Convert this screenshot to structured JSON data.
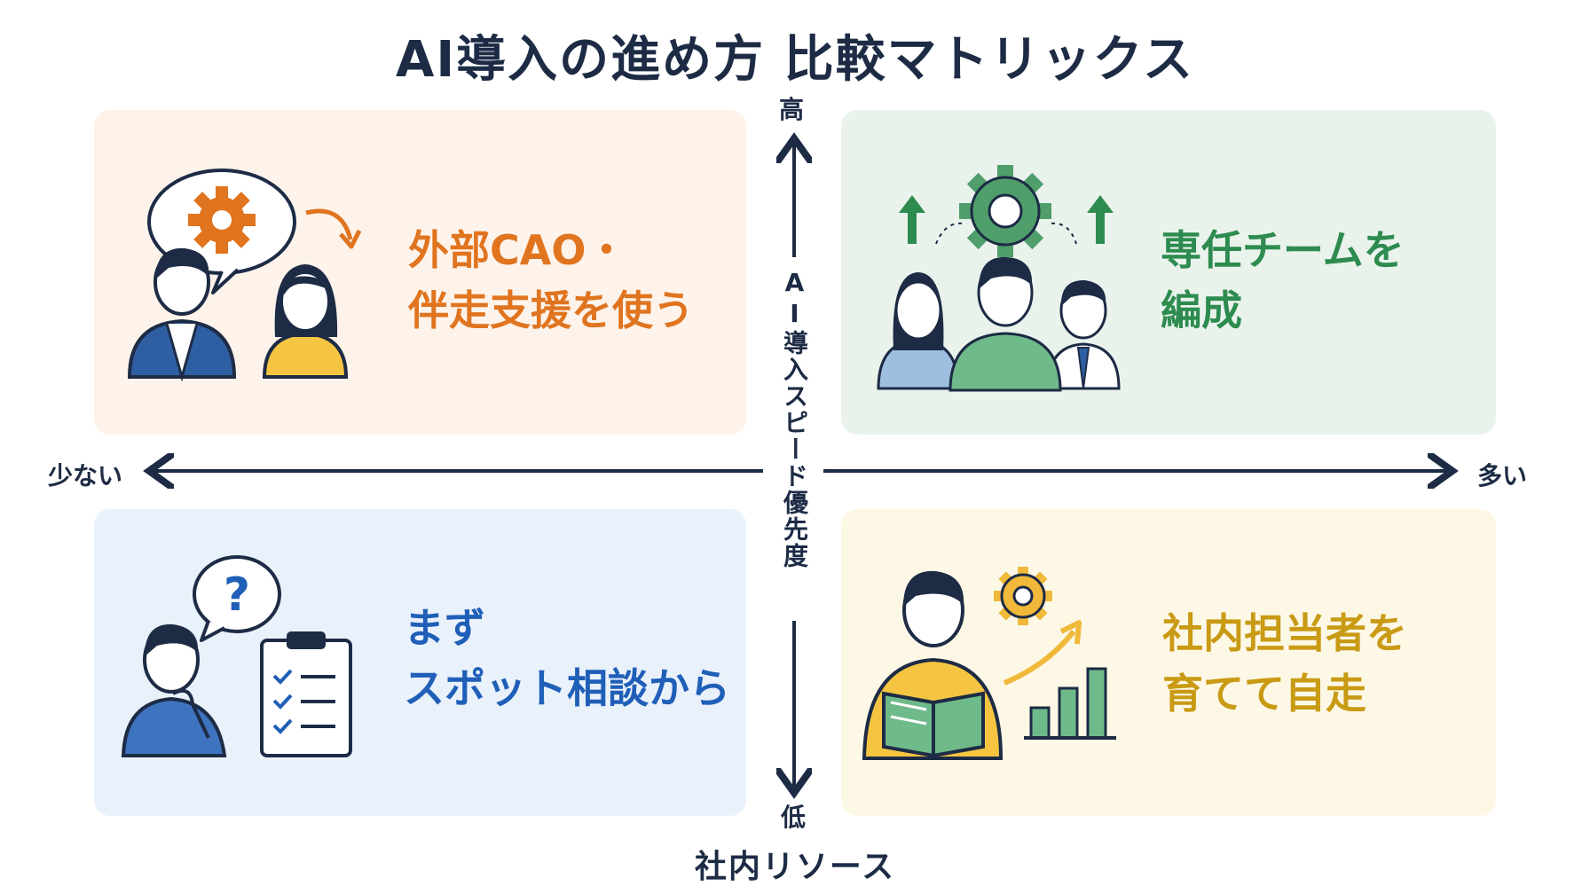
{
  "title": "AI導入の進め方 比較マトリックス",
  "axes": {
    "y_label": "AI導入スピード優先度",
    "y_high": "高",
    "y_low": "低",
    "x_label": "社内リソース",
    "x_low": "少ない",
    "x_high": "多い"
  },
  "quadrants": {
    "top_left": {
      "line1": "外部CAO・",
      "line2": "伴走支援を使う",
      "color": "#e0741f",
      "bg": "#fdf3ea"
    },
    "top_right": {
      "line1": "専任チームを",
      "line2": "編成",
      "color": "#2e8b50",
      "bg": "#e9f3ec"
    },
    "bottom_left": {
      "line1": "まず",
      "line2": "スポット相談から",
      "color": "#1f5fb8",
      "bg": "#e9f1fb"
    },
    "bottom_right": {
      "line1": "社内担当者を",
      "line2": "育てて自走",
      "color": "#c99a14",
      "bg": "#fdf8e6"
    }
  },
  "icons": {
    "top_left": [
      "speech-bubble-icon",
      "gear-icon",
      "curved-arrow-icon",
      "man-icon",
      "woman-icon"
    ],
    "top_right": [
      "gear-icon",
      "up-arrow-icon",
      "team-icon"
    ],
    "bottom_left": [
      "question-bubble-icon",
      "thinking-person-icon",
      "checklist-icon"
    ],
    "bottom_right": [
      "gear-icon",
      "reading-person-icon",
      "growth-arrow-icon",
      "bar-chart-icon"
    ]
  }
}
